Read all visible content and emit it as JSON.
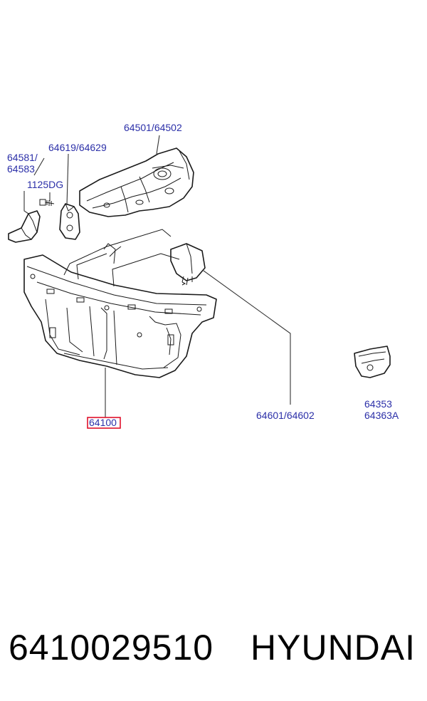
{
  "callouts": {
    "fender_apron": "64501/64502",
    "bracket_pair": "64619/64629",
    "bracket_a": "64581/",
    "bracket_b": "64583",
    "bolt": "1125DG",
    "side_member": "64601/64602",
    "panel_a": "64353",
    "panel_b": "64363A",
    "main_part": "64100"
  },
  "footer": {
    "part_number": "6410029510",
    "brand": "HYUNDAI"
  },
  "colors": {
    "label": "#2b2fa8",
    "highlight": "#e0112b",
    "line": "#1a1a1a"
  }
}
